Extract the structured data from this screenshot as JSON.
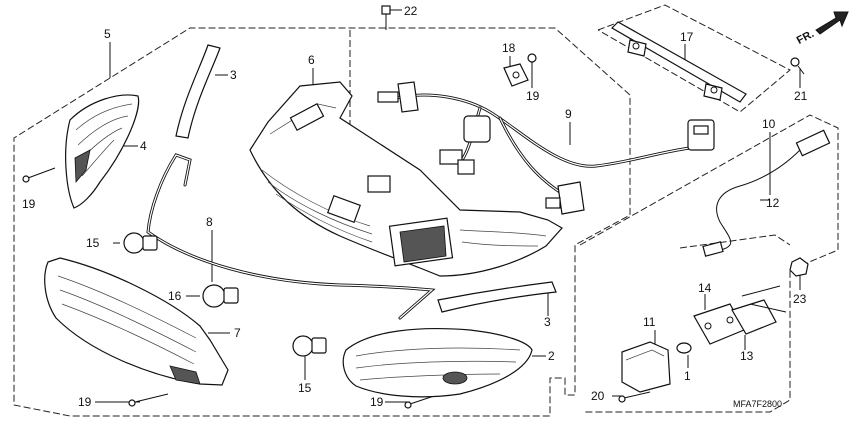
{
  "diagram": {
    "direction_label": "FR.",
    "figure_code": "MFA7F2800",
    "callouts": {
      "c1": "1",
      "c2": "2",
      "c3a": "3",
      "c3b": "3",
      "c4": "4",
      "c5": "5",
      "c6": "6",
      "c7": "7",
      "c8": "8",
      "c9": "9",
      "c10": "10",
      "c11": "11",
      "c12": "12",
      "c13": "13",
      "c14": "14",
      "c15a": "15",
      "c15b": "15",
      "c16": "16",
      "c17": "17",
      "c18": "18",
      "c19a": "19",
      "c19b": "19",
      "c19c": "19",
      "c19d": "19",
      "c20": "20",
      "c21": "21",
      "c22": "22",
      "c23": "23"
    }
  }
}
